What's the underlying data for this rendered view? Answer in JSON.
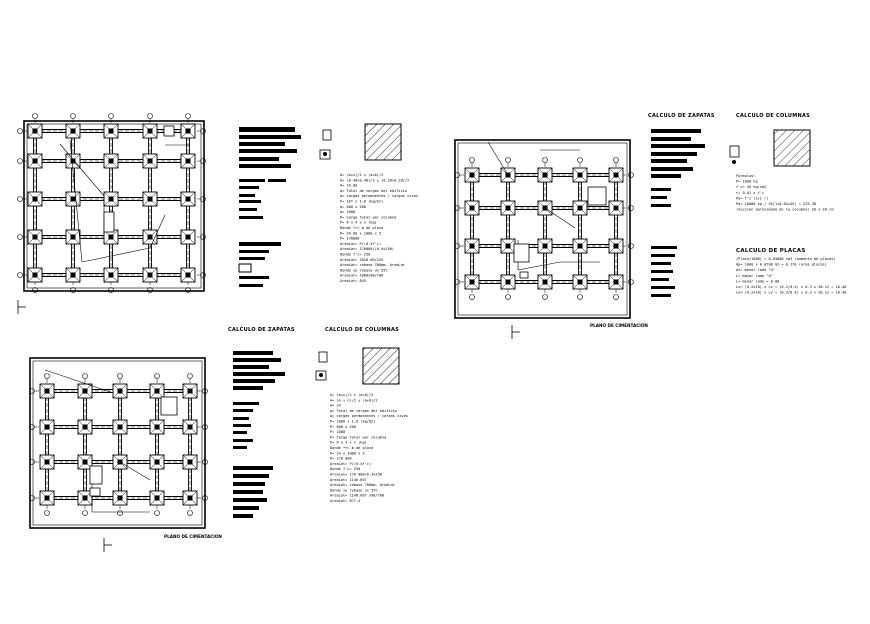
{
  "drawing": {
    "titles": {
      "calc_zapatas": "CALCULO DE ZAPATAS",
      "calc_columnas": "CALCULO DE COLUMNAS",
      "calc_placas": "CALCULO DE PLACAS",
      "plano_cimentacion": "PLANO DE CIMENTACION"
    },
    "formulas_block_a": [
      "A= (m+n)/2 ± (a+b)/2",
      "A= (0.40+0.40)/2 ± (0.20+0.20)/2",
      "A= 24.00",
      "q= Total de cargas del edificio",
      "q= cargas permanentes / cargas vivas",
      "P= 10* x 1.0 (kg/m2)",
      "q= 600 x 260",
      "q= 1000",
      "P= Carga total por columna",
      "P= 6 x 4 x 1 (kg)",
      "Donde *r= ø de placa",
      "P= 24.00 x 1000 x 5",
      "P= 170000",
      "AreaLat= P/(0.4f'c)",
      "AreaLat= 170000/(0.4x250)",
      "Donde f'c= 250",
      "AreaLat= 1020.00/225",
      "AreaLat= rebase 700mm. AreaLat",
      "Donde se rebase un 55%",
      "AreaLat= 1000x90/700",
      "AreaLat= 845"
    ],
    "formulas_block_b": [
      "A= (m+n)/2 ± (a+b)/2",
      "A= (m + n)/2 ± (a+b)/2",
      "A= 24",
      "q= Total de cargas del edificio",
      "q= cargas permanentes / cargas vivas",
      "P= 1000 x 1.0 (kg/m2)",
      "P= 600 x 260",
      "P= 1000",
      "P= Carga total por columna",
      "P= 6 x 4 x 1 (kg)",
      "Donde *r= ø de placa",
      "P= 24 x 1000 x 5",
      "P= 170 000",
      "AreaLat= P/(0.4f'c)",
      "Donde f'c= 250",
      "AreaLat= 170 000/0.4x250",
      "AreaLat= 1146.667",
      "AreaLat= rebase 700mm. AreaLat",
      "Donde se rebase un 55%",
      "AreaLat= 1146.667 x90/700",
      "AreaLat= 877.4"
    ],
    "column_calc": [
      "Formulas:",
      "P=  1000 kg",
      "f'c= 45 kg/cm2",
      "r= 0.01 x f'c",
      "Pa= f'c (1+1 r)",
      "Pa= 10000 kg / 45(1+0.01x45) = 225.38",
      "(Seccion aproximada de la columna)  20 x 20 cm"
    ],
    "placas_calc": [
      "(Placa/1000) = 0.03000 cm3 (aumento de placas)",
      "Ap= 1000 x 0.0700 m2 = 0.170 (area placas)",
      "As= menor lado \"d\"",
      "L= mayor lado \"d\"",
      "L= menor lado = 0.00",
      "Lx= (0.2x10) x Lx = (0.2/0.4) x 0.3 x 30.12 = 10.40",
      "Ly= (0.2x10) x Ly = (0.3/0.4) x 0.3 x 30.12 = 10.40"
    ],
    "text_stub_c": "(Placa/1000)"
  }
}
